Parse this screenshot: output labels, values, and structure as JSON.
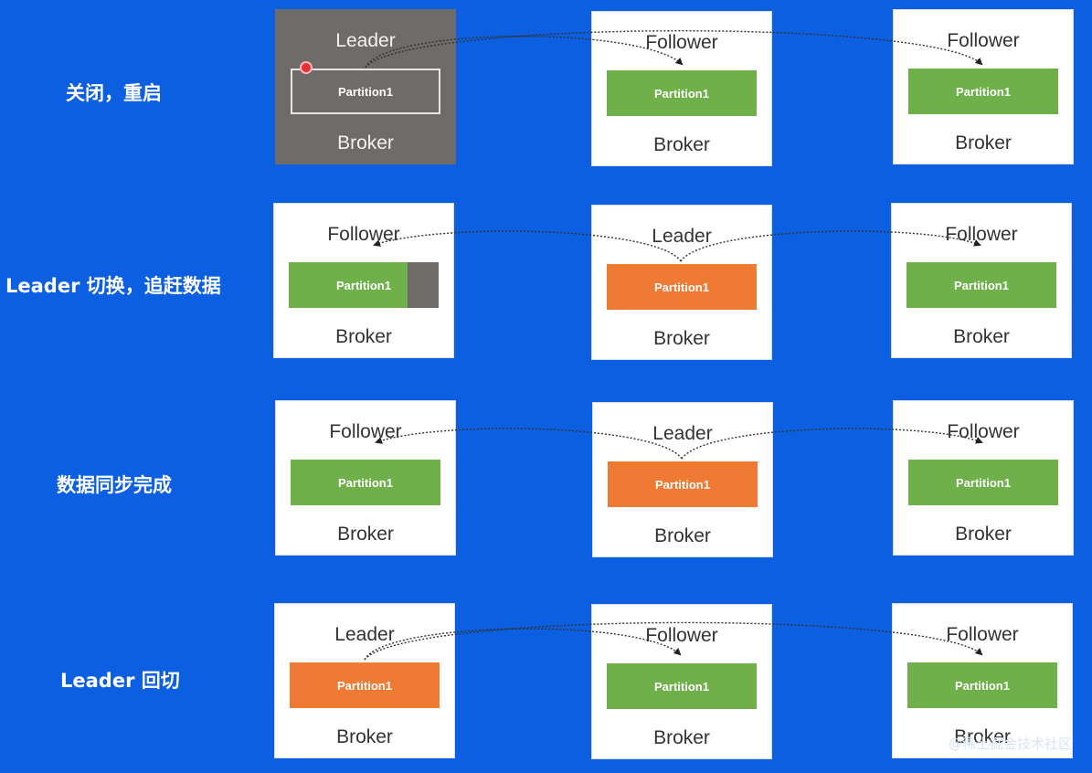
{
  "labels": {
    "broker": "Broker",
    "partition": "Partition1",
    "leader": "Leader",
    "follower": "Follower"
  },
  "rows": [
    {
      "label": "关闭，重启",
      "nodes": [
        {
          "role": "Leader",
          "state": "offline"
        },
        {
          "role": "Follower",
          "state": "follower"
        },
        {
          "role": "Follower",
          "state": "follower"
        }
      ]
    },
    {
      "label": "Leader 切换，追赶数据",
      "nodes": [
        {
          "role": "Follower",
          "state": "lagging"
        },
        {
          "role": "Leader",
          "state": "leader"
        },
        {
          "role": "Follower",
          "state": "follower"
        }
      ]
    },
    {
      "label": "数据同步完成",
      "nodes": [
        {
          "role": "Follower",
          "state": "follower"
        },
        {
          "role": "Leader",
          "state": "leader"
        },
        {
          "role": "Follower",
          "state": "follower"
        }
      ]
    },
    {
      "label": "Leader 回切",
      "nodes": [
        {
          "role": "Leader",
          "state": "leader"
        },
        {
          "role": "Follower",
          "state": "follower"
        },
        {
          "role": "Follower",
          "state": "follower"
        }
      ]
    }
  ],
  "colors": {
    "background": "#0b5fe0",
    "leader_partition": "#ef7a33",
    "follower_partition": "#6fb04a",
    "offline_broker": "#6f6b68"
  },
  "watermark": "@稀土掘金技术社区"
}
